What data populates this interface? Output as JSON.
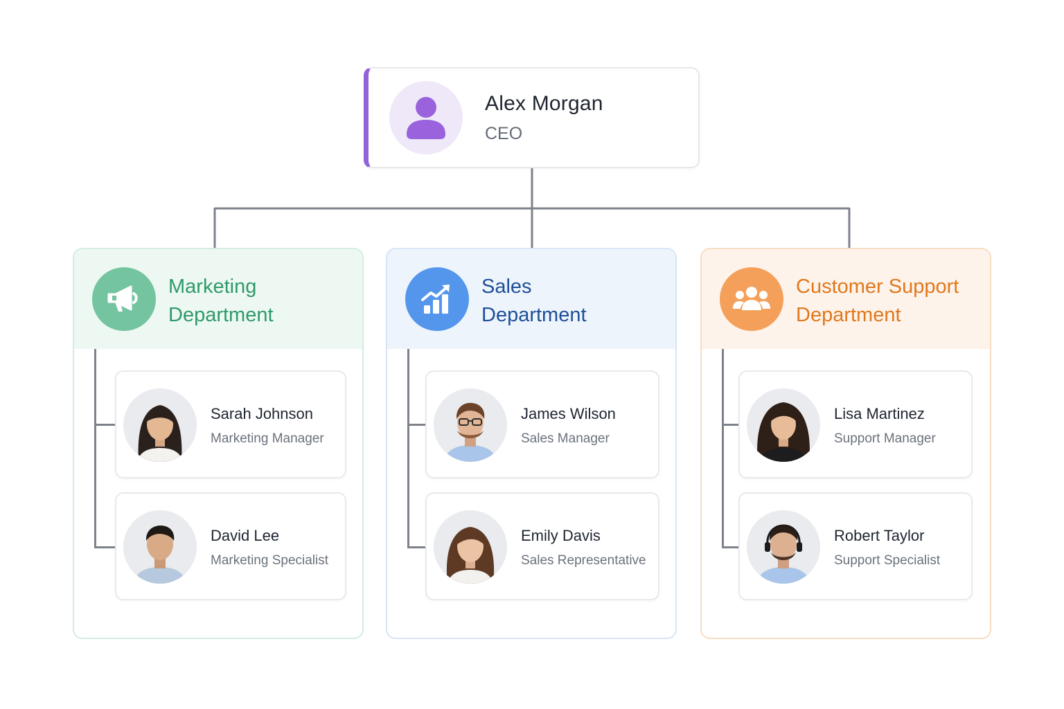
{
  "colors": {
    "connector": "#7d828a",
    "ceo_accent": "#9063d8",
    "marketing": "#2e9a69",
    "sales": "#1d4f98",
    "support": "#e0781c"
  },
  "ceo": {
    "name": "Alex Morgan",
    "title": "CEO",
    "icon": "person-icon"
  },
  "departments": [
    {
      "name_line1": "Marketing",
      "name_line2": "Department",
      "icon": "megaphone-icon",
      "members": [
        {
          "name": "Sarah Johnson",
          "role": "Marketing Manager"
        },
        {
          "name": "David Lee",
          "role": "Marketing Specialist"
        }
      ]
    },
    {
      "name_line1": "Sales",
      "name_line2": "Department",
      "icon": "growth-chart-icon",
      "members": [
        {
          "name": "James Wilson",
          "role": "Sales Manager"
        },
        {
          "name": "Emily Davis",
          "role": "Sales Representative"
        }
      ]
    },
    {
      "name_line1": "Customer Support",
      "name_line2": "Department",
      "icon": "team-icon",
      "members": [
        {
          "name": "Lisa Martinez",
          "role": "Support Manager"
        },
        {
          "name": "Robert Taylor",
          "role": "Support Specialist"
        }
      ]
    }
  ]
}
